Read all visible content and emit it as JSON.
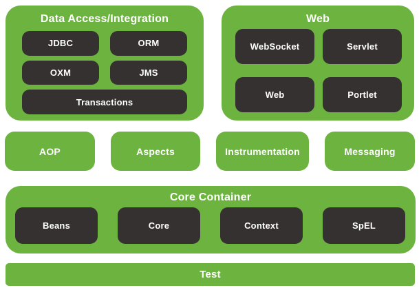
{
  "colors": {
    "green": "#6DB33F",
    "dark": "#353130",
    "text": "#FFFFFF"
  },
  "sections": {
    "data_access": {
      "title": "Data Access/Integration",
      "modules": [
        "JDBC",
        "ORM",
        "OXM",
        "JMS",
        "Transactions"
      ]
    },
    "web": {
      "title": "Web",
      "modules": [
        "WebSocket",
        "Servlet",
        "Web",
        "Portlet"
      ]
    },
    "middleware": {
      "modules": [
        "AOP",
        "Aspects",
        "Instrumentation",
        "Messaging"
      ]
    },
    "core_container": {
      "title": "Core Container",
      "modules": [
        "Beans",
        "Core",
        "Context",
        "SpEL"
      ]
    },
    "test": {
      "title": "Test"
    }
  }
}
